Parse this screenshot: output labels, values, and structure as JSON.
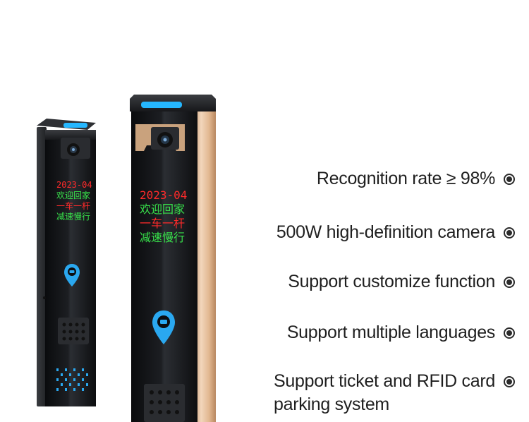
{
  "devices": {
    "small": {
      "display_lines": [
        "2023-04",
        "欢迎回家",
        "一车一杆",
        "减速慢行"
      ]
    },
    "large": {
      "display_lines": [
        "2023-04",
        "欢迎回家",
        "一车一杆",
        "减速慢行"
      ]
    }
  },
  "features": [
    {
      "text": "Recognition rate ≥ 98%"
    },
    {
      "text": "500W high-definition camera"
    },
    {
      "text": "Support customize function"
    },
    {
      "text": "Support multiple languages"
    },
    {
      "text": "Support ticket and RFID card",
      "text2": "parking system"
    }
  ],
  "colors": {
    "display_red": "#ff2a2a",
    "display_green": "#37e04a",
    "indicator_blue": "#25b7ff",
    "gold_body": "#e8c19c"
  }
}
